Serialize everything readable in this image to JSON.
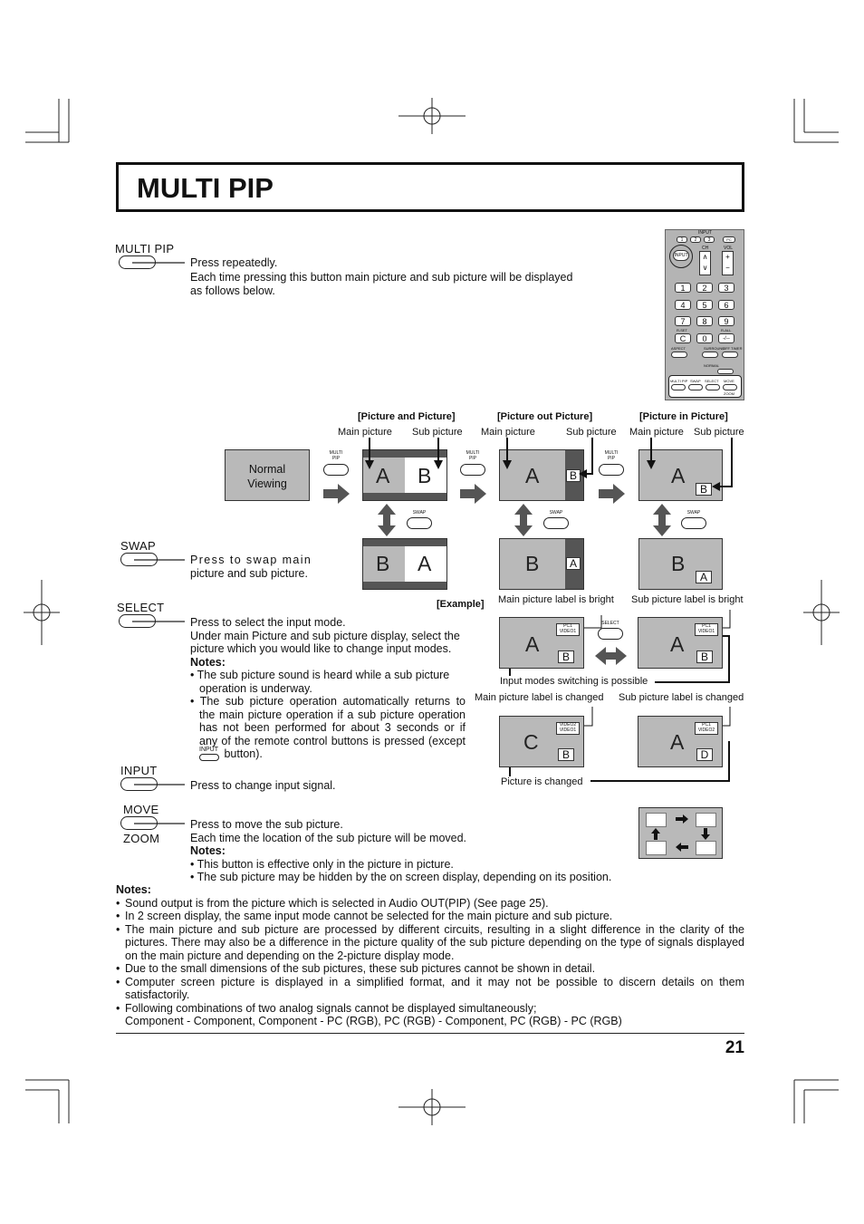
{
  "page_title": "MULTI PIP",
  "page_number": "21",
  "buttons": {
    "multi_pip": {
      "label": "MULTI PIP",
      "desc1": "Press repeatedly.",
      "desc2": "Each time pressing this button main picture and sub picture will be displayed",
      "desc3": "as follows below."
    },
    "swap": {
      "label": "SWAP",
      "desc1": "Press to swap main",
      "desc2": "picture and sub picture."
    },
    "select": {
      "label": "SELECT",
      "desc1": "Press to select the input mode.",
      "desc2": "Under main Picture and sub picture display, select the",
      "desc3": "picture which you would like to change input modes.",
      "notes_title": "Notes:",
      "note1a": "• The sub picture sound is heard while a sub picture",
      "note1b": "operation is underway.",
      "note2a": "• The sub picture operation automatically returns to",
      "note2b": "the main picture operation if a sub picture operation",
      "note2c": "has not been performed for about 3 seconds or if",
      "note2d": "any of the remote control buttons is pressed (except",
      "note2_btn": "INPUT",
      "note2e": "button)."
    },
    "input": {
      "label": "INPUT",
      "desc1": "Press to change input signal."
    },
    "move": {
      "label_top": "MOVE",
      "label_bottom": "ZOOM",
      "desc1": "Press to move the sub picture.",
      "desc2": "Each time the location of the sub picture will be moved.",
      "notes_title": "Notes:",
      "note1": "• This button is effective only in the picture in picture.",
      "note2": "• The sub picture may be hidden by the on screen display, depending on its position."
    }
  },
  "diagram": {
    "mode_pap": "[Picture and Picture]",
    "mode_pop": "[Picture out Picture]",
    "mode_pip": "[Picture in Picture]",
    "main_picture": "Main picture",
    "sub_picture": "Sub picture",
    "normal_viewing_1": "Normal",
    "normal_viewing_2": "Viewing",
    "small_multi_1": "MULTI",
    "small_multi_2": "PIP",
    "small_swap": "SWAP",
    "small_select": "SELECT",
    "letter_a": "A",
    "letter_b": "B",
    "letter_c": "C",
    "letter_d": "D",
    "example": "[Example]",
    "main_label_bright": "Main picture label is bright",
    "sub_label_bright": "Sub picture label is bright",
    "input_switching": "Input modes switching is possible",
    "main_label_changed": "Main picture label is changed",
    "sub_label_changed": "Sub picture label is changed",
    "picture_changed": "Picture is changed",
    "osd_pc1": "PC1",
    "osd_video1": "VIDEO1",
    "osd_video2": "VIDEO2"
  },
  "remote": {
    "input_top": "INPUT",
    "k1": "1",
    "k2": "2",
    "k3": "3",
    "pc": "PC",
    "input_btn": "INPUT",
    "ch": "CH",
    "vol": "VOL",
    "n1": "1",
    "n2": "2",
    "n3": "3",
    "n4": "4",
    "n5": "5",
    "n6": "6",
    "n7": "7",
    "n8": "8",
    "n9": "9",
    "c": "C",
    "n0": "0",
    "dash": "-/--",
    "rset": "R-SET",
    "rall": "R-ALL",
    "aspect": "ASPECT",
    "surround": "SURROUND",
    "offtimer": "OFF TIMER",
    "normal": "NORMAL",
    "multi": "MULTI PIP",
    "swap": "SWAP",
    "select": "SELECT",
    "move": "MOVE",
    "zoom": "ZOOM"
  },
  "notes": {
    "title": "Notes:",
    "n1": "Sound output is from the picture which is selected in Audio OUT(PIP) (See page 25).",
    "n2": "In 2 screen display, the same input mode cannot be selected for the main picture and sub picture.",
    "n3": "The main picture and sub picture are processed by different circuits, resulting in a slight difference in the clarity of the pictures. There may also be a difference in the picture quality of the sub picture depending on the type of signals displayed on the main picture and depending on the 2-picture display mode.",
    "n4": "Due to the small dimensions of the sub pictures, these sub pictures cannot be shown in detail.",
    "n5": "Computer screen picture is displayed in a simplified format, and it may not be possible to discern details on them satisfactorily.",
    "n6a": "Following combinations of two analog signals cannot be displayed simultaneously;",
    "n6b": "Component - Component, Component - PC (RGB), PC (RGB) - Component, PC (RGB) - PC (RGB)"
  }
}
